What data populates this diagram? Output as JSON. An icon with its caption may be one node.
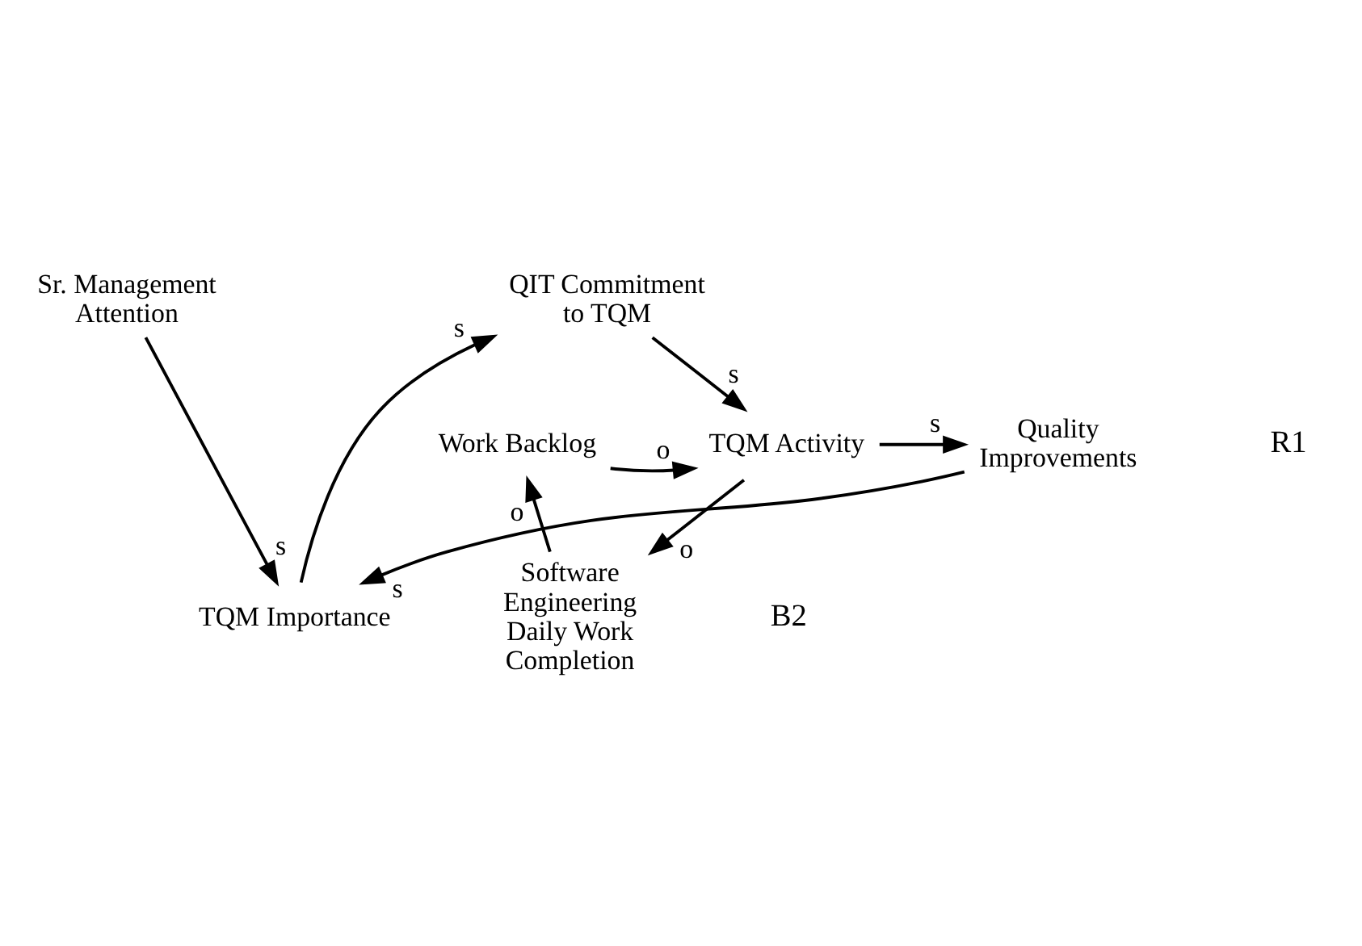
{
  "diagram": {
    "nodes": [
      {
        "text": [
          "TQM Importance"
        ]
      },
      {
        "text": [
          "Sr. Management Attention"
        ]
      },
      {
        "text": [
          "QIT Commitment to TQM"
        ]
      },
      {
        "text": [
          "Quality Improvements"
        ]
      },
      {
        "text": [
          "TQM Activity"
        ]
      },
      {
        "text": [
          "Work Backlog"
        ]
      },
      {
        "text": [
          "Software Engineering Daily Work Completion"
        ]
      }
    ],
    "edges": [
      {
        "from": 1,
        "to": 0,
        "arrow": "to",
        "label": "s"
      },
      {
        "from": 3,
        "to": 0,
        "arrow": "to",
        "label": "s"
      },
      {
        "from": 0,
        "to": 2,
        "arrow": "to",
        "label": "s"
      },
      {
        "from": 2,
        "to": 4,
        "arrow": "to",
        "label": "s"
      },
      {
        "from": 5,
        "to": 4,
        "arrow": "to",
        "label": "o"
      },
      {
        "from": 4,
        "to": 6,
        "arrow": "to",
        "label": "o"
      },
      {
        "from": 6,
        "to": 5,
        "arrow": "to",
        "label": "o"
      },
      {
        "from": 4,
        "to": 3,
        "arrow": "to",
        "label": "s"
      }
    ],
    "labels": [
      "R1",
      "B2"
    ]
  }
}
